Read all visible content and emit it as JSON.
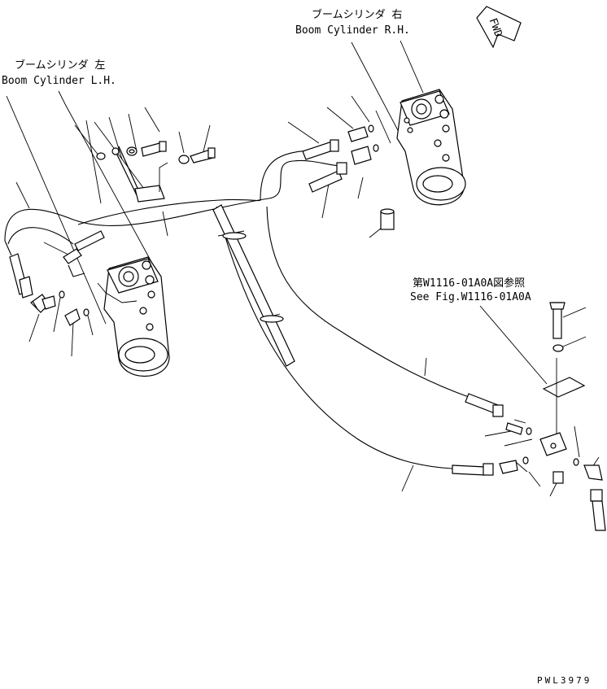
{
  "labels": {
    "rh_jp": "ブームシリンダ 右",
    "rh_en": "Boom Cylinder R.H.",
    "lh_jp": "ブームシリンダ 左",
    "lh_en": "Boom Cylinder L.H.",
    "ref_jp": "第W1116-01A0A図参照",
    "ref_en": "See Fig.W1116-01A0A",
    "fwd": "FWD",
    "drawing_code": "PWL3979"
  }
}
